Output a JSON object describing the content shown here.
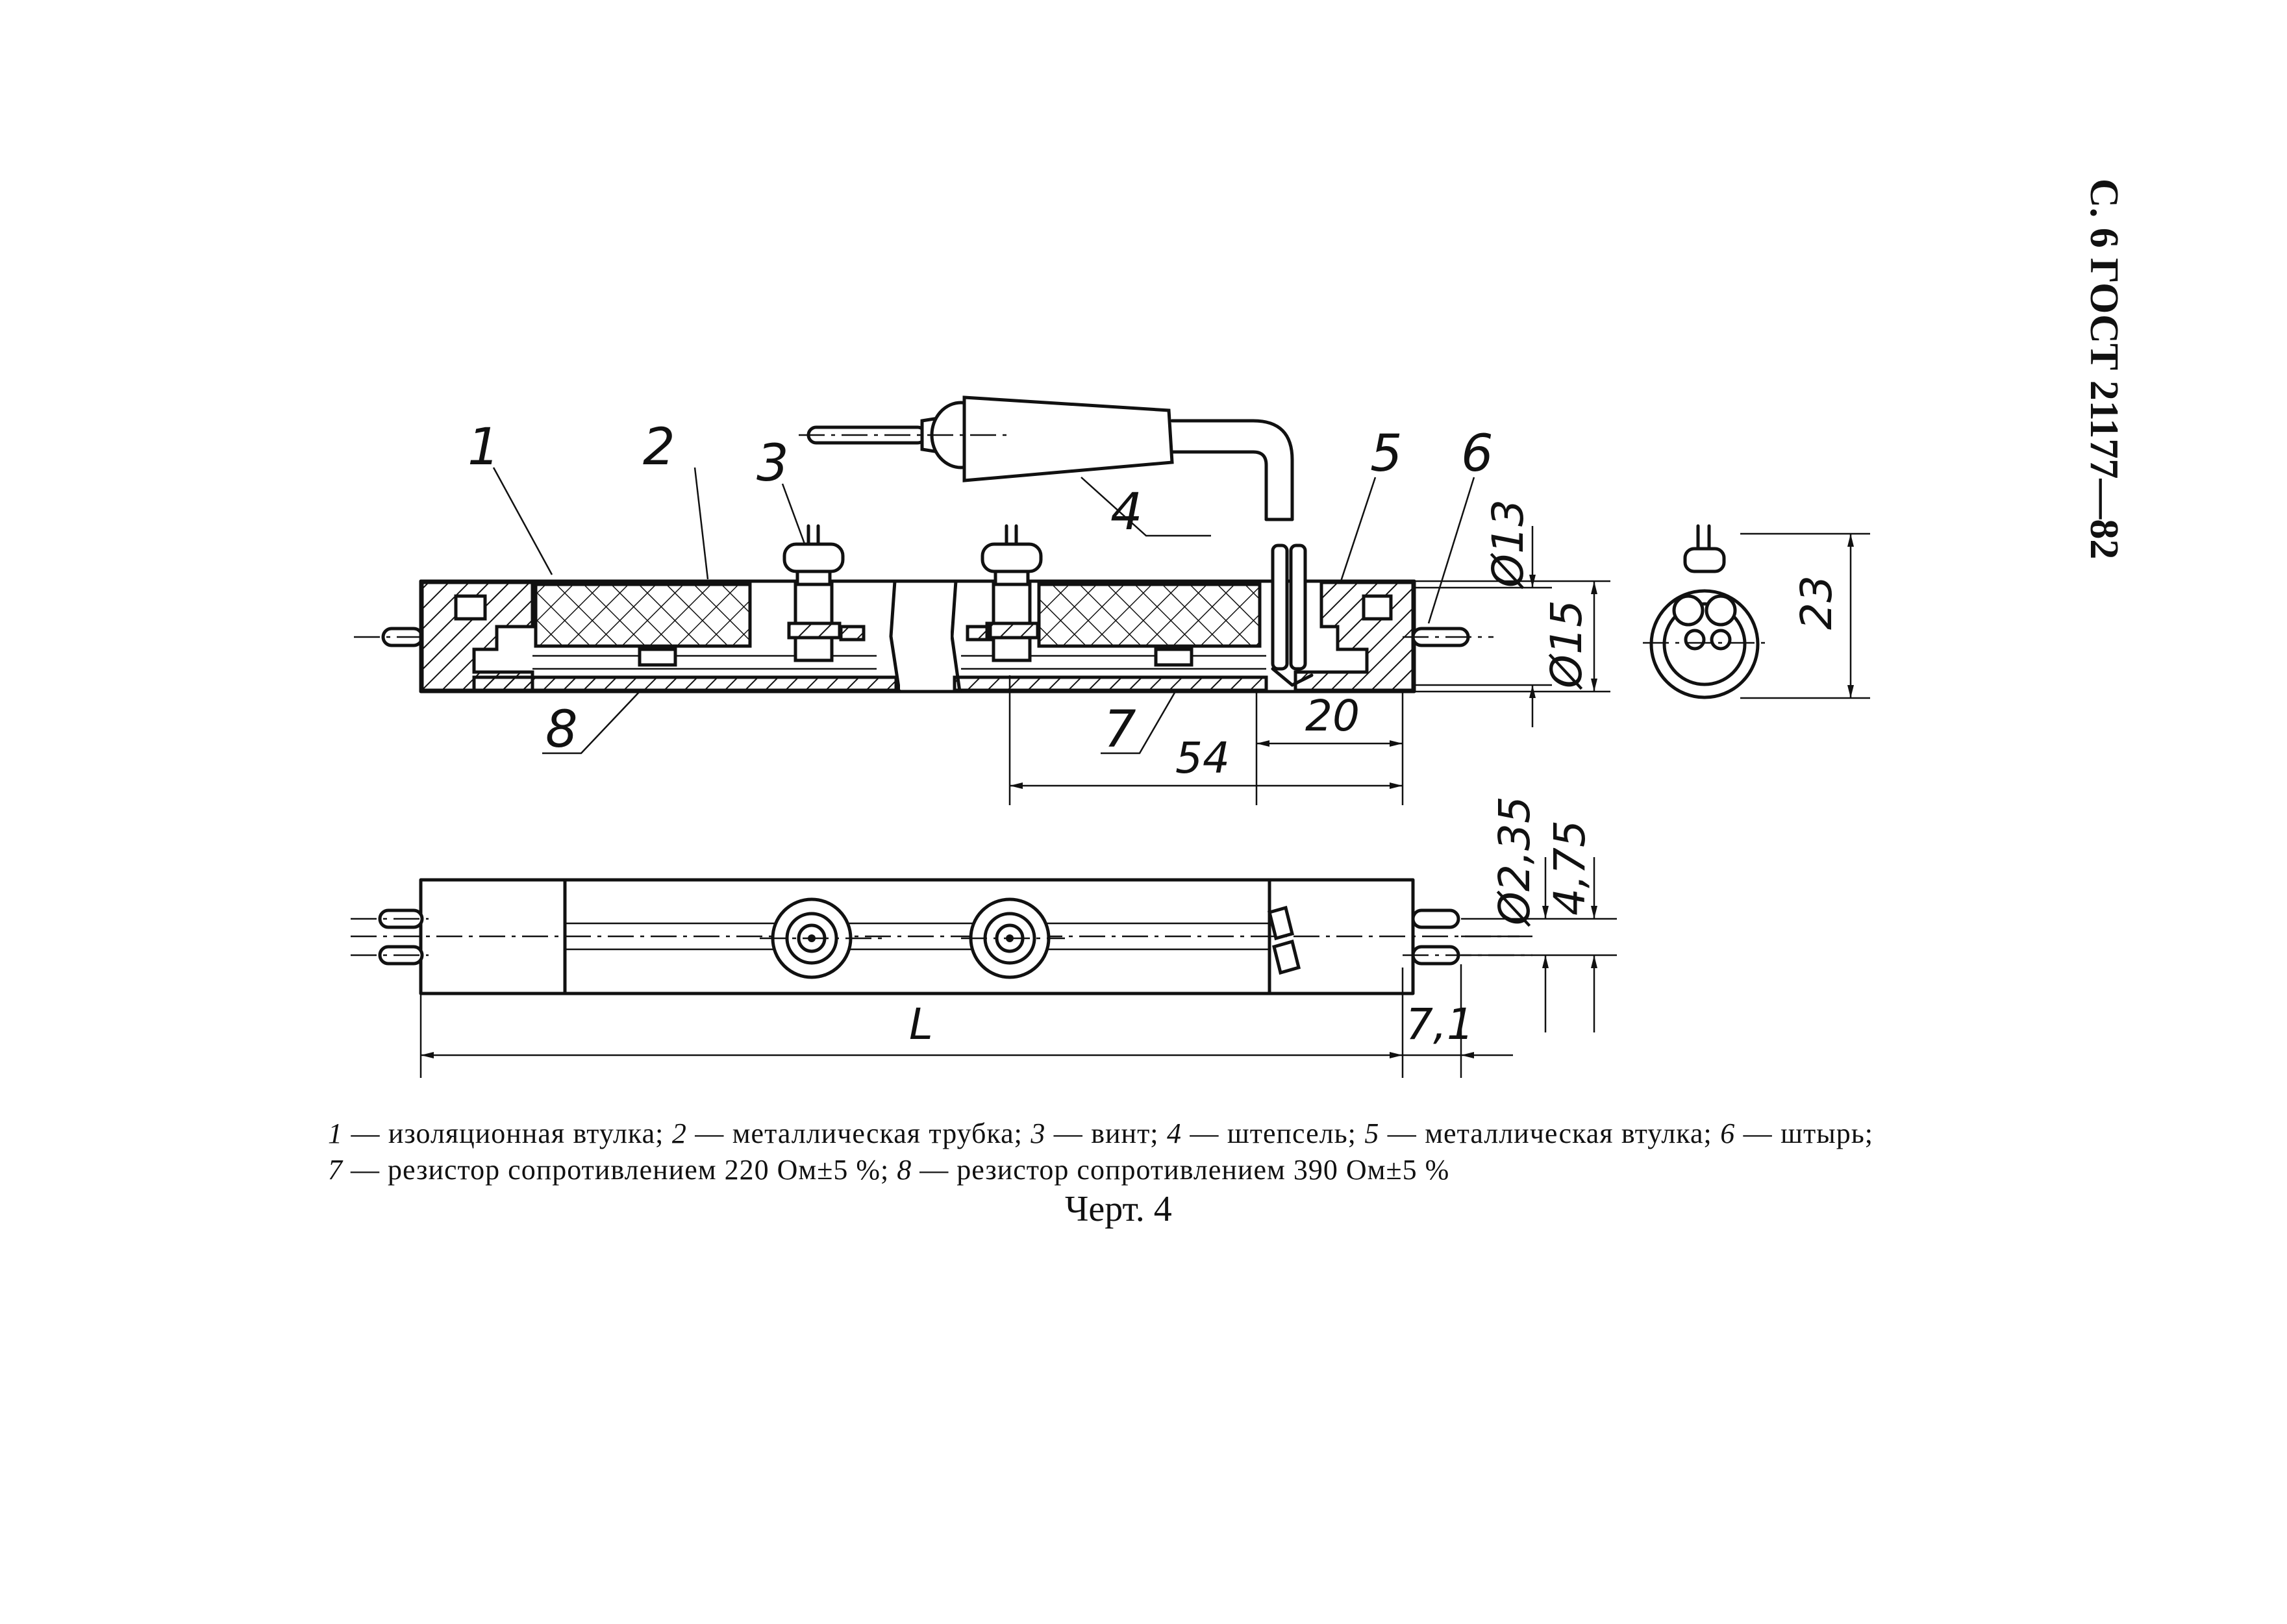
{
  "header": {
    "text": "С. 6 ГОСТ 21177—82"
  },
  "callouts": [
    "1",
    "2",
    "3",
    "4",
    "5",
    "6",
    "7",
    "8"
  ],
  "dimensions": {
    "d13": "Ø13",
    "d15": "Ø15",
    "h23": "23",
    "l20": "20",
    "l54": "54",
    "d235": "Ø2,35",
    "s475": "4,75",
    "L": "L",
    "s71": "7,1"
  },
  "legend": [
    {
      "num": "1",
      "text": " — изоляционная втулка; "
    },
    {
      "num": "2",
      "text": " — металлическая трубка; "
    },
    {
      "num": "3",
      "text": " — винт; "
    },
    {
      "num": "4",
      "text": " — штепсель; "
    },
    {
      "num": "5",
      "text": " — металлическая втулка; "
    },
    {
      "num": "6",
      "text": " — штырь; "
    },
    {
      "num": "7",
      "text": " — резистор сопротивлением 220 Ом±5 %; "
    },
    {
      "num": "8",
      "text": " — резистор сопротивлением 390 Ом±5 %"
    }
  ],
  "caption": "Черт. 4"
}
